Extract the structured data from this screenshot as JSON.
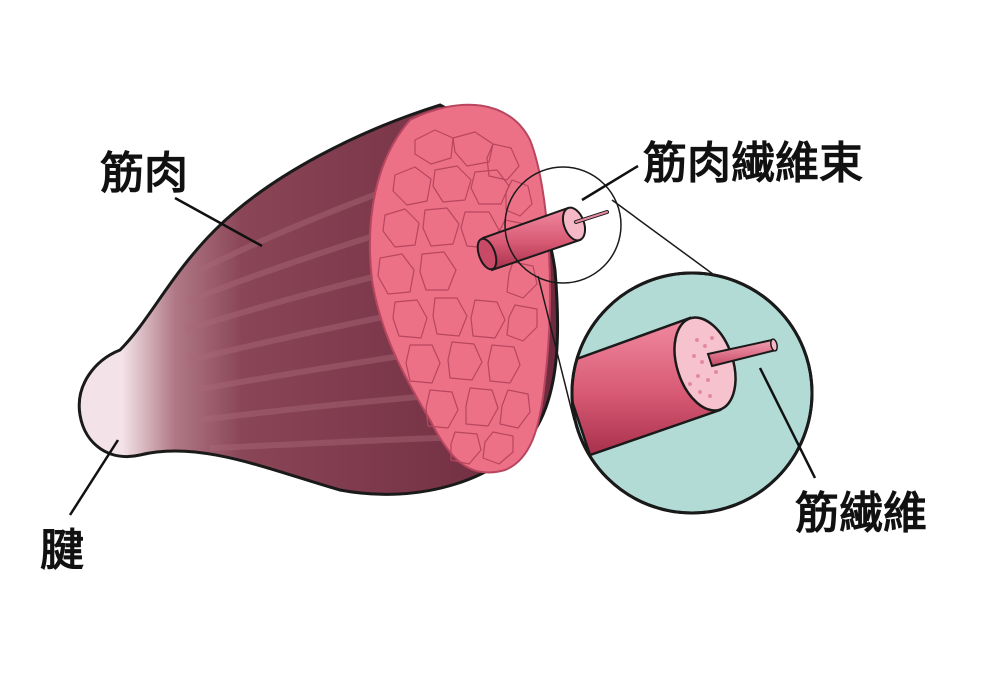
{
  "labels": {
    "muscle": "筋肉",
    "tendon": "腱",
    "fascicle": "筋肉繊維束",
    "fiber": "筋繊維"
  },
  "colors": {
    "muscle_dark": "#6e2a3e",
    "muscle_mid": "#9a5868",
    "tendon": "#f3e3e8",
    "cross_section": "#ec7187",
    "cell_line": "#b8465f",
    "fascicle": "#e07088",
    "zoom_background": "#b2dbd6",
    "outline": "#1a1a1a"
  }
}
